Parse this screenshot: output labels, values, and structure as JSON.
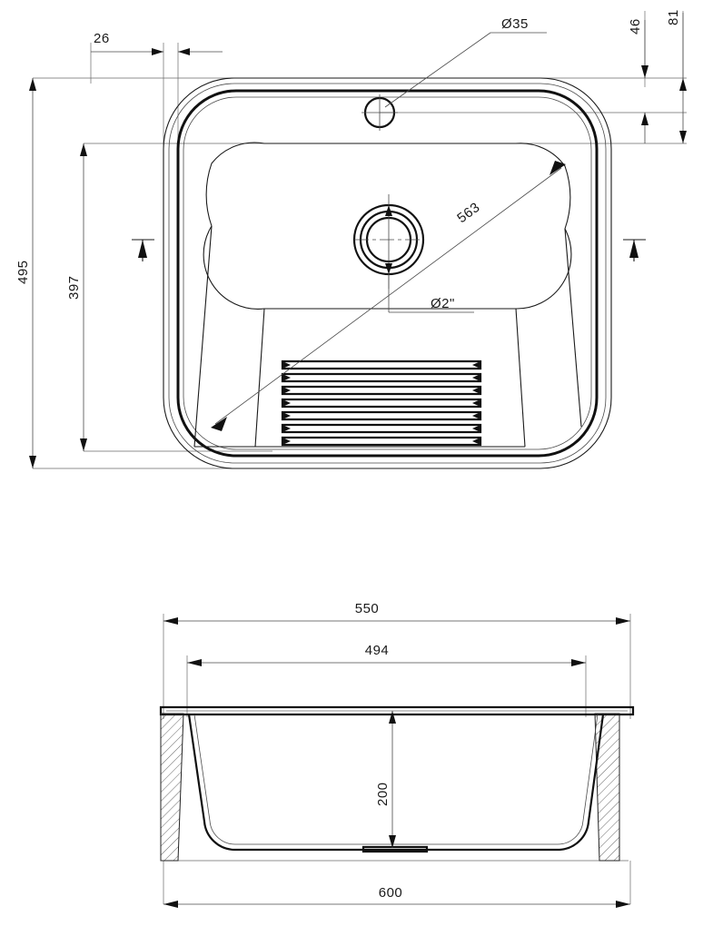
{
  "document": {
    "type": "engineering-drawing",
    "subject": "kitchen-sink",
    "views": [
      "top-view",
      "section-view"
    ],
    "units": "mm"
  },
  "top_view": {
    "dimensions": {
      "offset_26": "26",
      "tap_hole_diameter": "Ø35",
      "edge_46": "46",
      "edge_81": "81",
      "overall_height_495": "495",
      "bowl_height_397": "397",
      "diagonal_563": "563",
      "drain_diameter": "Ø2\""
    },
    "features": {
      "tap_hole": "tap-hole-circle",
      "drain": "drain-concentric-circles",
      "drain_grooves_count": 7
    }
  },
  "section_view": {
    "dimensions": {
      "top_width_550": "550",
      "inner_width_494": "494",
      "depth_200": "200",
      "base_width_600": "600"
    }
  },
  "colors": {
    "line_dark": "#111111",
    "line_mid": "#4a4a4a",
    "line_thin": "#6a6a6a",
    "background": "#ffffff"
  }
}
